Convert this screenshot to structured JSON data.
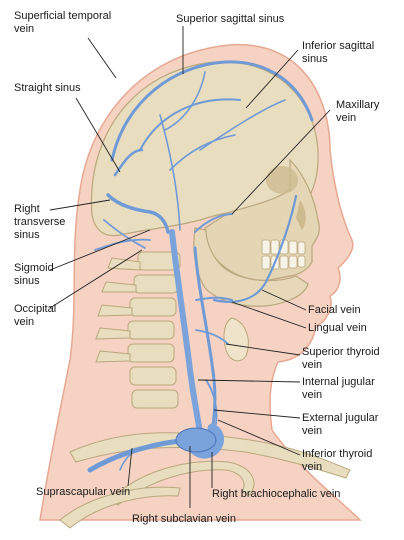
{
  "labels": {
    "superficial_temporal_vein": "Superficial temporal\nvein",
    "superior_sagittal_sinus": "Superior sagittal sinus",
    "inferior_sagittal_sinus": "Inferior sagittal\nsinus",
    "straight_sinus": "Straight sinus",
    "maxillary_vein": "Maxillary\nvein",
    "right_transverse_sinus": "Right\ntransverse\nsinus",
    "sigmoid_sinus": "Sigmoid\nsinus",
    "occipital_vein": "Occipital\nvein",
    "facial_vein": "Facial vein",
    "lingual_vein": "Lingual vein",
    "superior_thyroid_vein": "Superior thyroid\nvein",
    "internal_jugular_vein": "Internal jugular\nvein",
    "external_jugular_vein": "External jugular\nvein",
    "inferior_thyroid_vein": "Inferior thyroid\nvein",
    "suprascapular_vein": "Suprascapular vein",
    "right_brachiocephalic_vein": "Right brachiocephalic vein",
    "right_subclavian_vein": "Right subclavian vein"
  },
  "colors": {
    "skin": "#f6d2c2",
    "skin_outline": "#e7a892",
    "bone": "#e9ddc0",
    "bone_shade": "#cdbb8f",
    "vein": "#6f9ad6",
    "vein_dark": "#4a74b8",
    "leader": "#222222"
  }
}
